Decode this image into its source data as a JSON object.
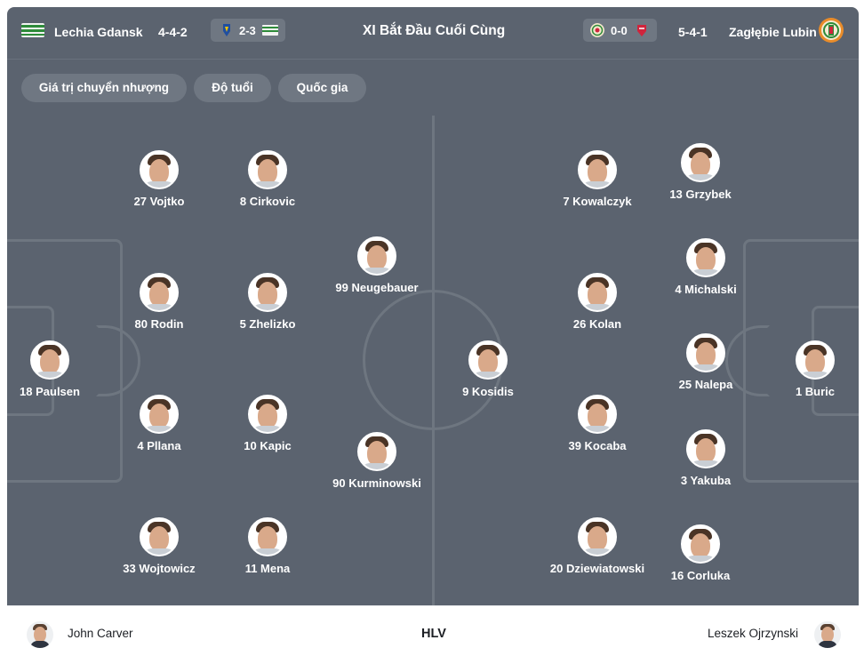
{
  "header": {
    "home_team": "Lechia Gdansk",
    "home_formation": "4-4-2",
    "home_last_score": "2-3",
    "title": "XI Bắt Đầu Cuối Cùng",
    "away_last_score": "0-0",
    "away_formation": "5-4-1",
    "away_team": "Zagłębie Lubin"
  },
  "tabs": [
    "Giá trị chuyển nhượng",
    "Độ tuổi",
    "Quốc gia"
  ],
  "home_players": [
    {
      "label": "18 Paulsen"
    },
    {
      "label": "27 Vojtko"
    },
    {
      "label": "80 Rodin"
    },
    {
      "label": "4 Pllana"
    },
    {
      "label": "33 Wojtowicz"
    },
    {
      "label": "8 Cirkovic"
    },
    {
      "label": "5 Zhelizko"
    },
    {
      "label": "10 Kapic"
    },
    {
      "label": "11 Mena"
    },
    {
      "label": "99 Neugebauer"
    },
    {
      "label": "90 Kurminowski"
    }
  ],
  "away_players": [
    {
      "label": "1 Buric"
    },
    {
      "label": "13 Grzybek"
    },
    {
      "label": "4 Michalski"
    },
    {
      "label": "25 Nalepa"
    },
    {
      "label": "3 Yakuba"
    },
    {
      "label": "16 Corluka"
    },
    {
      "label": "7 Kowalczyk"
    },
    {
      "label": "26 Kolan"
    },
    {
      "label": "39 Kocaba"
    },
    {
      "label": "20 Dziewiatowski"
    },
    {
      "label": "9 Kosidis"
    }
  ],
  "footer": {
    "home_coach": "John Carver",
    "label": "HLV",
    "away_coach": "Leszek Ojrzynski"
  },
  "icons": {
    "home_crest": "lechia-crest-icon",
    "away_crest": "zaglebie-crest-icon",
    "avatar": "player-avatar-icon"
  },
  "colors": {
    "panel": "#5b636f",
    "chip": "#6f7782",
    "pitch_lines": "#6e7680",
    "lechia_green": "#2e8b3a",
    "zaglebie_red": "#d0243c",
    "zaglebie_orange": "#e98c2a"
  }
}
